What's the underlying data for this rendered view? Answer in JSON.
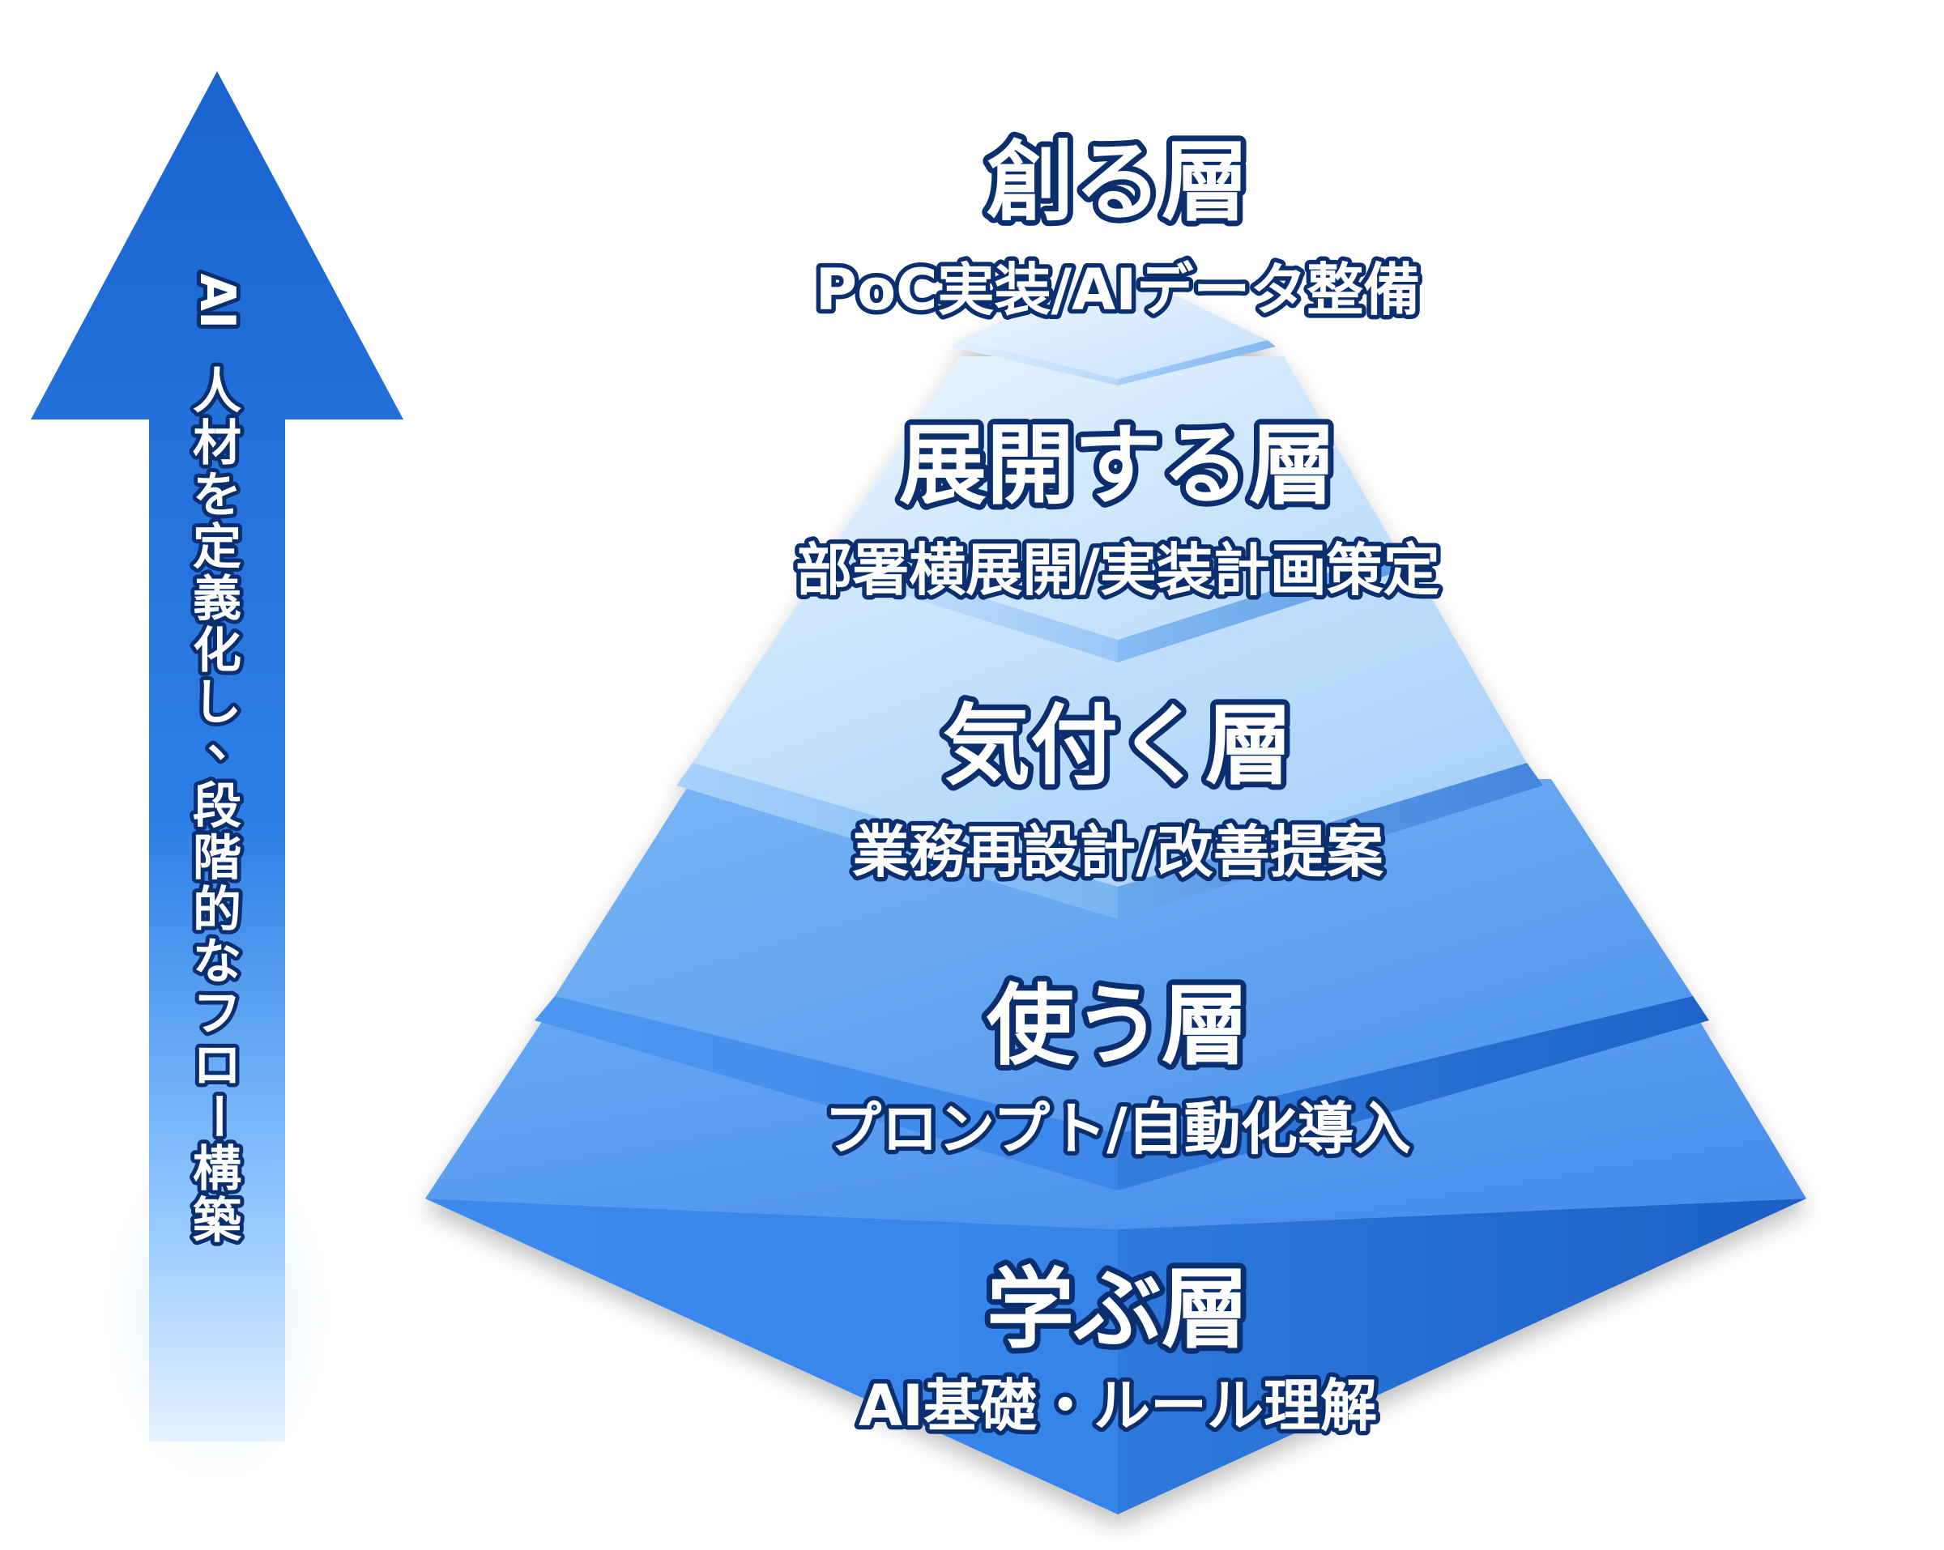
{
  "arrow": {
    "label": "AI人材を定義化し、段階的なフロー構築",
    "color": "#1f6fd6"
  },
  "colors": {
    "outline": "#0b2f6e",
    "text": "#ffffff"
  },
  "layers": [
    {
      "title": "創る層",
      "subtitle": "PoC実装/AIデータ整備"
    },
    {
      "title": "展開する層",
      "subtitle": "部署横展開/実装計画策定"
    },
    {
      "title": "気付く層",
      "subtitle": "業務再設計/改善提案"
    },
    {
      "title": "使う層",
      "subtitle": "プロンプト/自動化導入"
    },
    {
      "title": "学ぶ層",
      "subtitle": "AI基礎・ルール理解"
    }
  ]
}
